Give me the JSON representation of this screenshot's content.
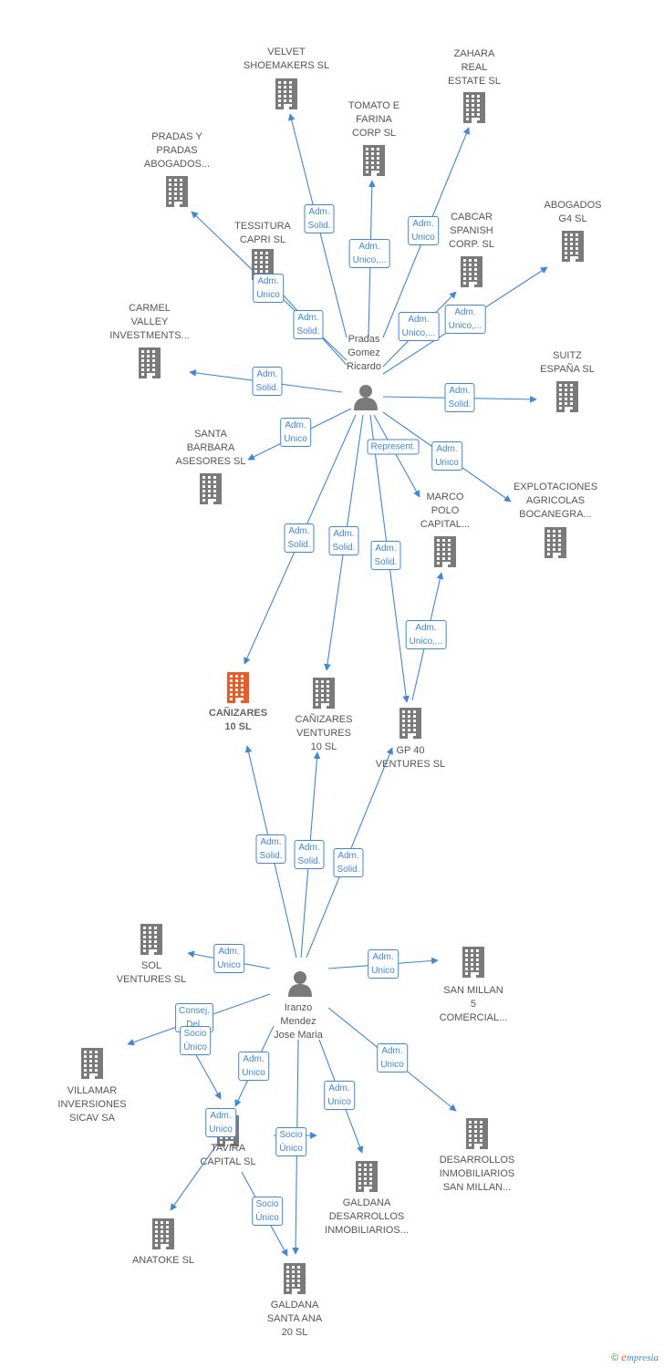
{
  "colors": {
    "edge": "#3f87d9",
    "building": "#7a7a7a",
    "focus_building": "#ef5a24",
    "person": "#7a7a7a"
  },
  "nodes": {
    "velvet": {
      "label": "VELVET\nSHOEMAKERS SL",
      "icon": "building-icon"
    },
    "zahara": {
      "label": "ZAHARA\nREAL\nESTATE  SL",
      "icon": "building-icon"
    },
    "tomato": {
      "label": "TOMATO E\nFARINA\nCORP  SL",
      "icon": "building-icon"
    },
    "pradas_y_pradas": {
      "label": "PRADAS Y\nPRADAS\nABOGADOS...",
      "icon": "building-icon"
    },
    "tessitura": {
      "label": "TESSITURA\nCAPRI  SL",
      "icon": "building-icon"
    },
    "cabcar": {
      "label": "CABCAR\nSPANISH\nCORP.  SL",
      "icon": "building-icon"
    },
    "abogados_g4": {
      "label": "ABOGADOS\nG4  SL",
      "icon": "building-icon"
    },
    "carmel": {
      "label": "CARMEL\nVALLEY\nINVESTMENTS...",
      "icon": "building-icon"
    },
    "suitz": {
      "label": "SUITZ\nESPAÑA  SL",
      "icon": "building-icon"
    },
    "santa_barbara": {
      "label": "SANTA\nBARBARA\nASESORES  SL",
      "icon": "building-icon"
    },
    "marco_polo": {
      "label": "MARCO\nPOLO\nCAPITAL...",
      "icon": "building-icon"
    },
    "explotaciones": {
      "label": "EXPLOTACIONES\nAGRICOLAS\nBOCANEGRA...",
      "icon": "building-icon"
    },
    "canizares_10": {
      "label": "CAÑIZARES\n10  SL",
      "icon": "building-icon"
    },
    "canizares_ventures": {
      "label": "CAÑIZARES\nVENTURES\n10  SL",
      "icon": "building-icon"
    },
    "gp40": {
      "label": "GP 40\nVENTURES  SL",
      "icon": "building-icon"
    },
    "sol_ventures": {
      "label": "SOL\nVENTURES  SL",
      "icon": "building-icon"
    },
    "san_millan_5": {
      "label": "SAN MILLAN\n5\nCOMERCIAL...",
      "icon": "building-icon"
    },
    "villamar": {
      "label": "VILLAMAR\nINVERSIONES\nSICAV SA",
      "icon": "building-icon"
    },
    "tavira": {
      "label": "TAVIRA\nCAPITAL  SL",
      "icon": "building-icon"
    },
    "desarrollos_san_millan": {
      "label": "DESARROLLOS\nINMOBILIARIOS\nSAN MILLAN...",
      "icon": "building-icon"
    },
    "galdana_desarrollos": {
      "label": "GALDANA\nDESARROLLOS\nINMOBILIARIOS...",
      "icon": "building-icon"
    },
    "anatoke": {
      "label": "ANATOKE  SL",
      "icon": "building-icon"
    },
    "galdana_santa_ana": {
      "label": "GALDANA\nSANTA ANA\n20  SL",
      "icon": "building-icon"
    },
    "pradas_gomez": {
      "label": "Pradas\nGomez\nRicardo",
      "icon": "person-icon"
    },
    "iranzo_mendez": {
      "label": "Iranzo\nMendez\nJose Maria",
      "icon": "person-icon"
    }
  },
  "relations": [
    "Adm.\nSolid.",
    "Adm.\nUnico,...",
    "Adm.\nUnico",
    "Adm.\nUnico",
    "Adm.\nSolid.",
    "Adm.\nUnico,...",
    "Adm.\nUnico,...",
    "Adm.\nSolid.",
    "Adm.\nSolid.",
    "Adm.\nUnico",
    "Represent.",
    "Adm.\nUnico",
    "Adm.\nSolid.",
    "Adm.\nSolid.",
    "Adm.\nSolid.",
    "Adm.\nUnico,...",
    "Adm.\nSolid.",
    "Adm.\nSolid.",
    "Adm.\nSolid.",
    "Adm.\nUnico",
    "Adm.\nUnico",
    "Consej.\nDel.",
    "Socio\nÚnico",
    "Adm.\nUnico",
    "Adm.\nUnico",
    "Adm.\nUnico",
    "Adm.\nUnico",
    "Socio\nÚnico",
    "Socio\nÚnico"
  ],
  "footer": {
    "copyright": "©",
    "brand_first": "e",
    "brand_rest": "mpresia"
  }
}
